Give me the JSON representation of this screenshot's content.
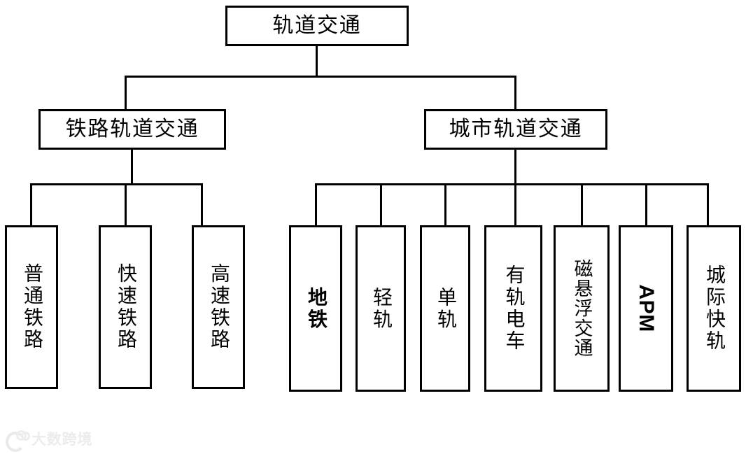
{
  "diagram": {
    "type": "hierarchy-tree",
    "orientation": "top-down",
    "levels": 3,
    "line_color": "#000000",
    "box_fill": "#ffffff",
    "root": {
      "id": "root",
      "label": "轨道交通"
    },
    "branches": [
      {
        "id": "rail",
        "label": "铁路轨道交通",
        "children": [
          {
            "id": "ordinary-rail",
            "label": "普通铁路"
          },
          {
            "id": "rapid-rail",
            "label": "快速铁路"
          },
          {
            "id": "high-speed-rail",
            "label": "高速铁路"
          }
        ]
      },
      {
        "id": "urban",
        "label": "城市轨道交通",
        "children": [
          {
            "id": "metro",
            "label": "地铁"
          },
          {
            "id": "light-rail",
            "label": "轻轨"
          },
          {
            "id": "monorail",
            "label": "单轨"
          },
          {
            "id": "tram",
            "label": "有轨电车"
          },
          {
            "id": "maglev",
            "label": "磁悬浮交通"
          },
          {
            "id": "apm",
            "label": "APM"
          },
          {
            "id": "intercity-rapid",
            "label": "城际快轨"
          }
        ]
      }
    ]
  },
  "watermark": {
    "text": "大数跨境",
    "logo": "ring-dots-logo",
    "color": "#ececec"
  }
}
